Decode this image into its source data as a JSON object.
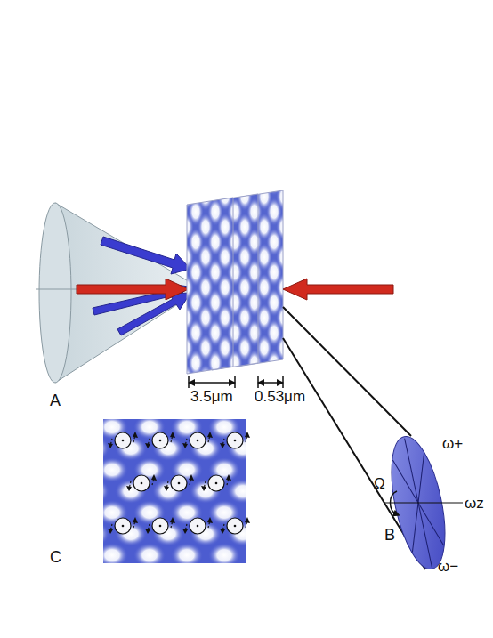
{
  "diagram": {
    "labels": [
      "3.5μm",
      "0.53μm",
      "A",
      "B",
      "C",
      "Ω",
      "ω+",
      "ωz",
      "ω−"
    ]
  }
}
